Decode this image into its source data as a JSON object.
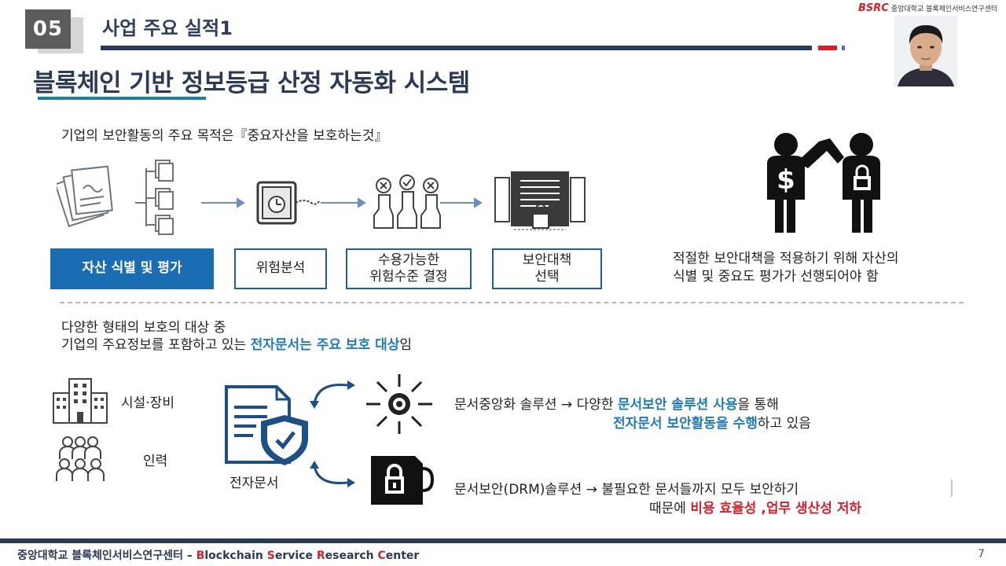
{
  "header": {
    "section_number": "05",
    "section_title": "사업 주요 실적1",
    "main_title": "블록체인 기반 정보등급 산정 자동화 시스템",
    "logo_mark": "BSRC",
    "logo_org": "중앙대학교 블록체인서비스연구센터",
    "colors": {
      "navy": "#2b3a55",
      "accent_blue": "#1f7ab8",
      "accent_red": "#d81f2a",
      "box_fill": "#1b6db3"
    }
  },
  "top_section": {
    "intro": "기업의 보안활동의 주요 목적은『중요자산을 보호하는것』",
    "steps": [
      {
        "label": "자산 식별 및 평가",
        "active": true
      },
      {
        "label": "위험분석",
        "active": false
      },
      {
        "label": "수용가능한\n위험수준 결정",
        "active": false
      },
      {
        "label": "보안대책\n선택",
        "active": false
      }
    ],
    "right_note_line1": "적절한 보안대책을 적용하기 위해 자산의",
    "right_note_line2": "식별 및 중요도 평가가 선행되어야 함"
  },
  "bottom_section": {
    "intro_line1": "다양한 형태의 보호의 대상 중",
    "intro_line2_prefix": "기업의 주요정보를 포함하고 있는 ",
    "intro_line2_highlight": "전자문서는 주요 보호 대상",
    "intro_line2_suffix": "임",
    "assets": {
      "facility": "시설·장비",
      "people": "인력",
      "document": "전자문서"
    },
    "solution1": {
      "prefix": "문서중앙화 솔루션 → 다양한 ",
      "highlight1": "문서보안 솔루션 사용",
      "mid": "을 통해",
      "highlight2": "전자문서 보안활동을 수행",
      "suffix": "하고 있음"
    },
    "solution2": {
      "prefix": "문서보안(DRM)솔루션 → 불필요한 문서들까지 모두 보안하기",
      "line2_prefix": "때문에 ",
      "highlight": "비용 효율성 ,업무 생산성 저하"
    }
  },
  "footer": {
    "text_prefix": "중앙대학교 블록체인서비스연구센터 – ",
    "b": "B",
    "lockchain": "lockchain ",
    "s": "S",
    "ervice": "ervice ",
    "r": "R",
    "esearch": "esearch ",
    "c": "C",
    "enter": "enter",
    "page": "7"
  }
}
